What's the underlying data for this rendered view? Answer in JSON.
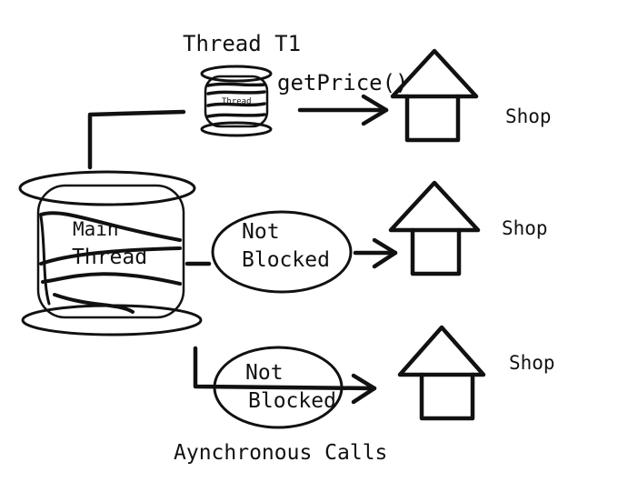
{
  "thread_t1": {
    "title": "Thread T1",
    "spool_text": "Thread",
    "call": "getPrice()"
  },
  "main_thread": {
    "line1": "Main",
    "line2": "Thread"
  },
  "middle_bubble": {
    "line1": "Not",
    "line2": "Blocked"
  },
  "bottom_bubble": {
    "line1": "Not",
    "line2": "Blocked"
  },
  "shops": [
    {
      "label": "Shop"
    },
    {
      "label": "Shop"
    },
    {
      "label": "Shop"
    }
  ],
  "caption": "Aynchronous Calls",
  "colors": {
    "ink": "#111111",
    "background": "#ffffff"
  }
}
